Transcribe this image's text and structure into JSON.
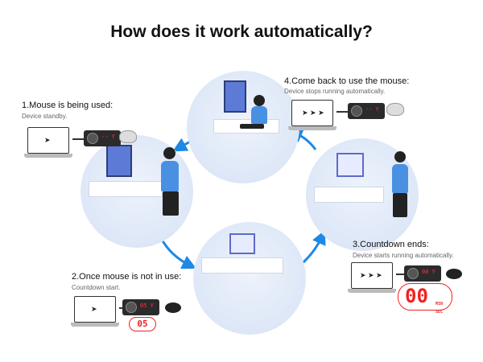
{
  "title": "How does it work automatically?",
  "steps": [
    {
      "title": "1.Mouse is being used:",
      "desc": "Device standby."
    },
    {
      "title": "2.Once mouse is not in use:",
      "desc": "Countdown start."
    },
    {
      "title": "3.Countdown ends:",
      "desc": "Device starts running automatically."
    },
    {
      "title": "4.Come back to use the mouse:",
      "desc": "Device stops running automatically."
    }
  ],
  "counters": {
    "step2": "05",
    "step3": "00",
    "min_label": "MIN",
    "sec_label": "SEC"
  },
  "colors": {
    "arrow": "#1e88e5",
    "circle": "#dde7f7",
    "led": "#ff3344"
  }
}
